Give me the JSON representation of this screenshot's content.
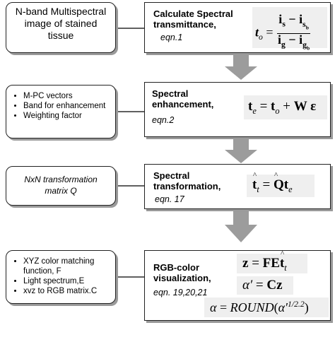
{
  "inputs": {
    "i1": "N-band Multispectral image of stained tissue",
    "i2_items": [
      "M-PC vectors",
      "Band for enhancement",
      "Weighting factor"
    ],
    "i3": "NxN transformation matrix Q",
    "i4_items": [
      "XYZ color matching function, F",
      "Light spectrum,E",
      "xvz to RGB matrix.C"
    ]
  },
  "steps": [
    {
      "title": "Calculate Spectral transmittance,",
      "eq": "eqn.1"
    },
    {
      "title": "Spectral enhancement,",
      "eq": "eqn.2"
    },
    {
      "title": "Spectral transformation,",
      "eq": "eqn. 17"
    },
    {
      "title": "RGB-color visualization,",
      "eq": "eqn. 19,20,21"
    }
  ],
  "equations": {
    "eq1": "t_o = (i_s − i_sb) / (i_g − i_gb)",
    "eq2": "t_e = t_o + W ε",
    "eq3": "t̂_t = Q̂ t_e",
    "eq4a": "z = F E t̂_t",
    "eq4b": "α′ = C z",
    "eq4c": "α = ROUND(α′^(1/2.2))"
  }
}
